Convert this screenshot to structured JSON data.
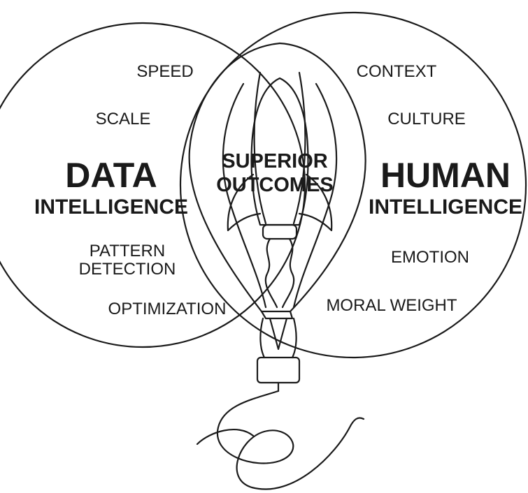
{
  "left": {
    "title_line1": "DATA",
    "title_line2": "INTELLIGENCE",
    "items": [
      "SPEED",
      "SCALE",
      "PATTERN",
      "DETECTION",
      "OPTIMIZATION"
    ]
  },
  "right": {
    "title_line1": "HUMAN",
    "title_line2": "INTELLIGENCE",
    "items": [
      "CONTEXT",
      "CULTURE",
      "EMOTION",
      "MORAL WEIGHT"
    ]
  },
  "center": {
    "line1": "SUPERIOR",
    "line2": "OUTCOMES"
  },
  "icons": [
    "rocket-icon",
    "hot-air-balloon-icon"
  ]
}
